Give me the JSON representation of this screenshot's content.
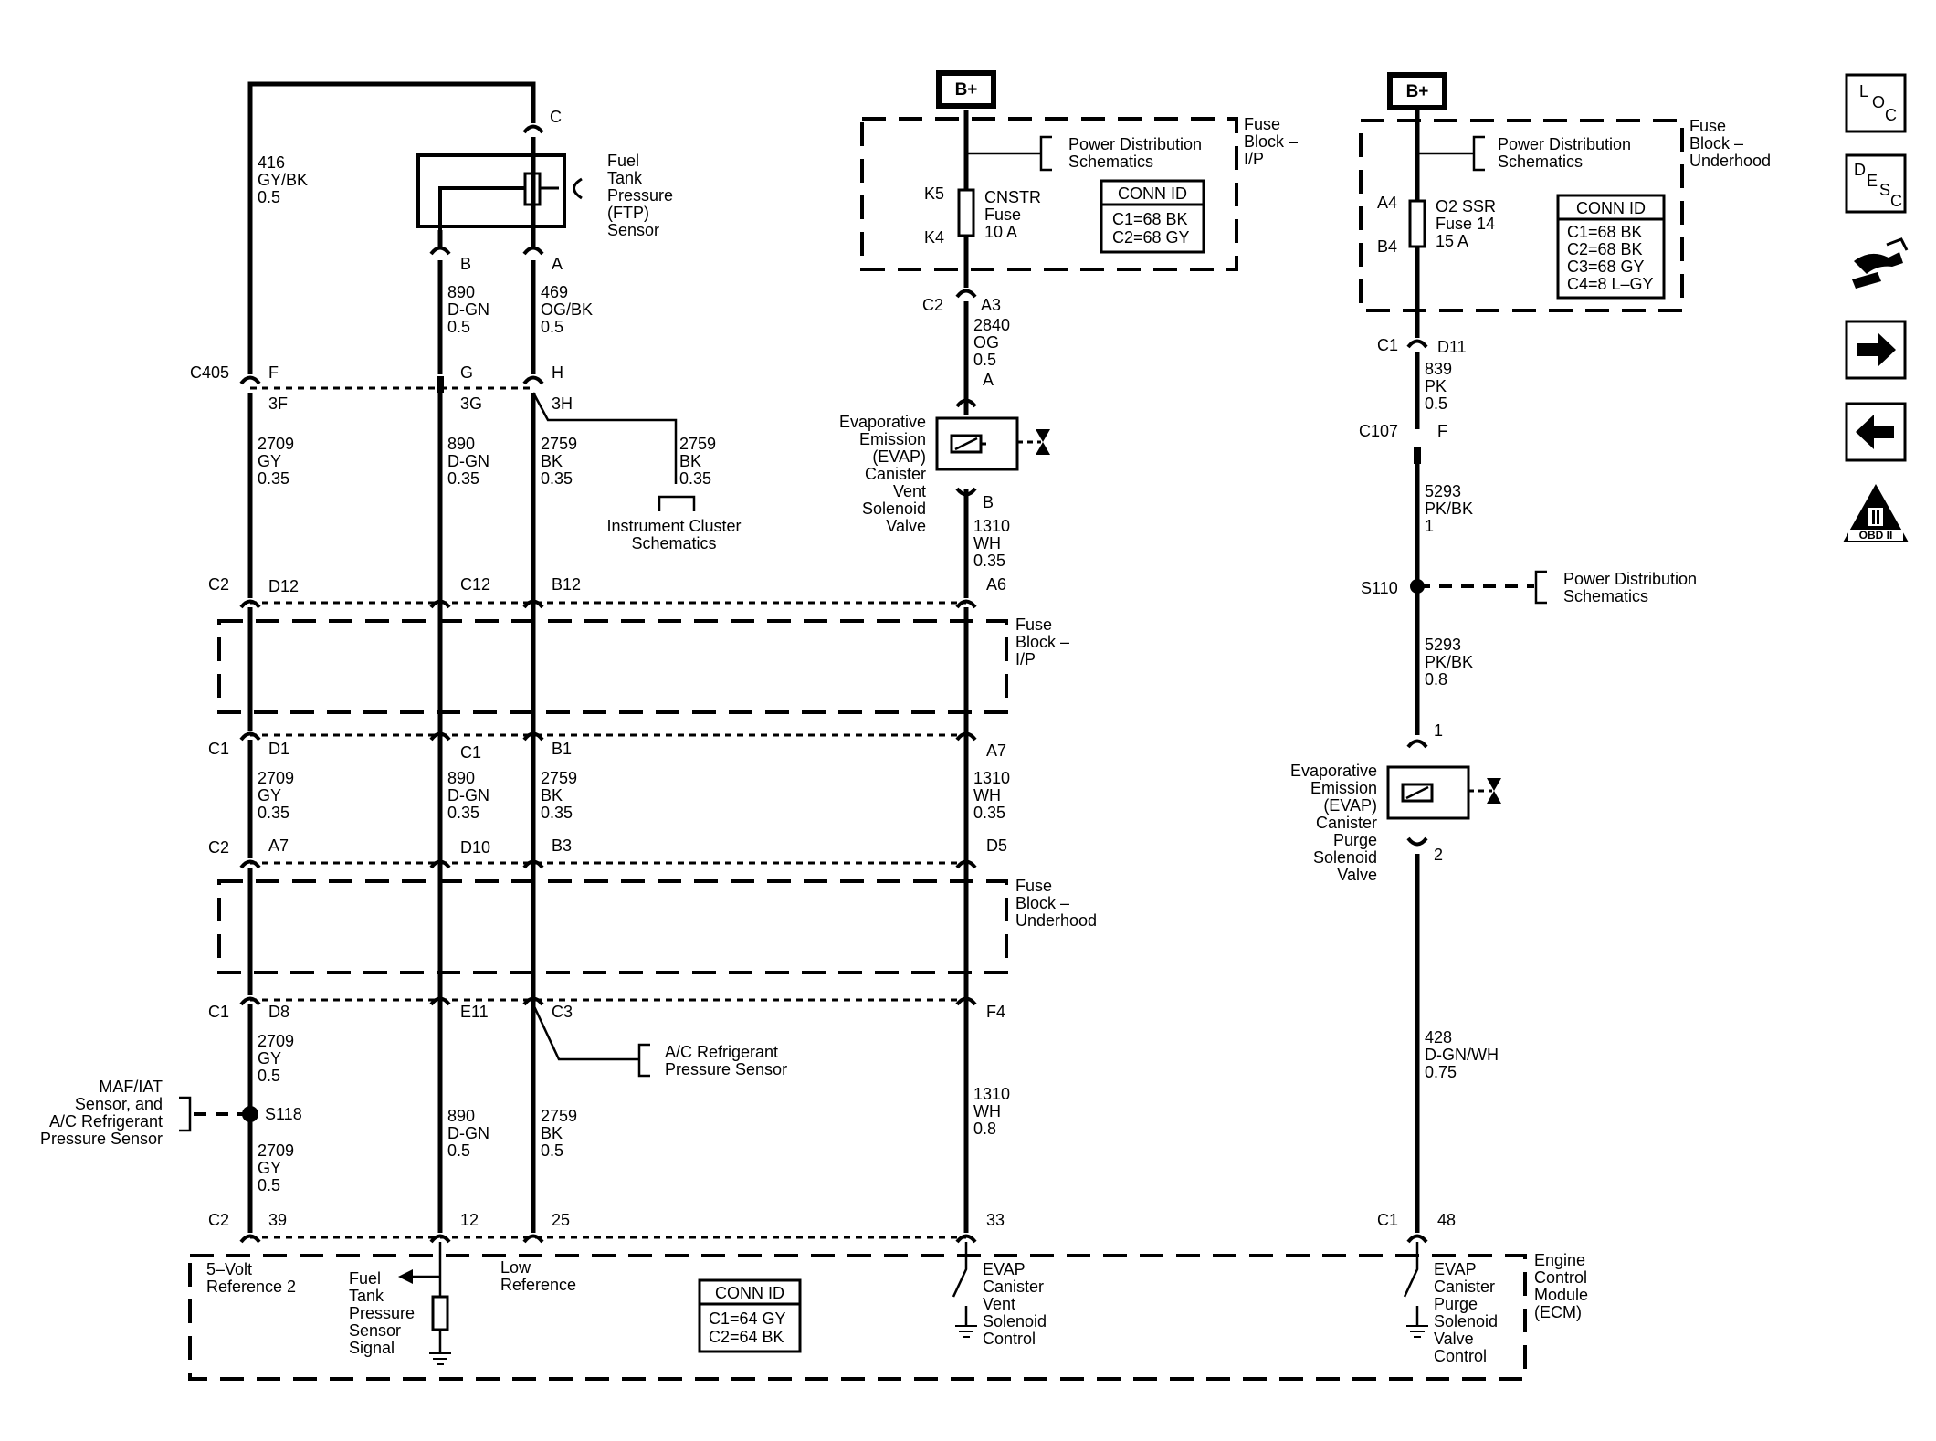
{
  "connectors": {
    "c_top": "C",
    "c405": "C405",
    "f": "F",
    "g": "G",
    "h": "H",
    "f3": "3F",
    "g3": "3G",
    "h3": "3H",
    "b": "B",
    "a": "A",
    "c2_ip": "C2",
    "d12": "D12",
    "c12": "C12",
    "b12": "B12",
    "a6": "A6",
    "c1_ip": "C1",
    "d1": "D1",
    "c1pin": "C1",
    "b1": "B1",
    "a7": "A7",
    "c2_uh": "C2",
    "a7b": "A7",
    "d10": "D10",
    "b3": "B3",
    "d5": "D5",
    "c1_uh": "C1",
    "d8": "D8",
    "e11": "E11",
    "c3": "C3",
    "f4": "F4",
    "c2_ecm": "C2",
    "p39": "39",
    "p12": "12",
    "p25": "25",
    "p33": "33",
    "c1_ecm": "C1",
    "p48": "48",
    "k5": "K5",
    "k4": "K4",
    "c2_fb": "C2",
    "a3": "A3",
    "evap_a": "A",
    "evap_b": "B",
    "a4": "A4",
    "b4": "B4",
    "c1_fbu": "C1",
    "d11": "D11",
    "c107": "C107",
    "c107f": "F",
    "s110": "S110",
    "s118": "S118",
    "purge1": "1",
    "purge2": "2"
  },
  "wires": {
    "w416": [
      "416",
      "GY/BK",
      "0.5"
    ],
    "w890a": [
      "890",
      "D-GN",
      "0.5"
    ],
    "w469": [
      "469",
      "OG/BK",
      "0.5"
    ],
    "w2709a": [
      "2709",
      "GY",
      "0.35"
    ],
    "w890b": [
      "890",
      "D-GN",
      "0.35"
    ],
    "w2759a": [
      "2759",
      "BK",
      "0.35"
    ],
    "w2759b": [
      "2759",
      "BK",
      "0.35"
    ],
    "w2709b": [
      "2709",
      "GY",
      "0.35"
    ],
    "w890c": [
      "890",
      "D-GN",
      "0.35"
    ],
    "w2759c": [
      "2759",
      "BK",
      "0.35"
    ],
    "w2709c": [
      "2709",
      "GY",
      "0.5"
    ],
    "w2709d": [
      "2709",
      "GY",
      "0.5"
    ],
    "w890d": [
      "890",
      "D-GN",
      "0.5"
    ],
    "w2759d": [
      "2759",
      "BK",
      "0.5"
    ],
    "w2840": [
      "2840",
      "OG",
      "0.5"
    ],
    "w1310a": [
      "1310",
      "WH",
      "0.35"
    ],
    "w1310b": [
      "1310",
      "WH",
      "0.35"
    ],
    "w1310c": [
      "1310",
      "WH",
      "0.8"
    ],
    "w839": [
      "839",
      "PK",
      "0.5"
    ],
    "w5293a": [
      "5293",
      "PK/BK",
      "1"
    ],
    "w5293b": [
      "5293",
      "PK/BK",
      "0.8"
    ],
    "w428": [
      "428",
      "D-GN/WH",
      "0.75"
    ]
  },
  "components": {
    "ftp": [
      "Fuel",
      "Tank",
      "Pressure",
      "(FTP)",
      "Sensor"
    ],
    "vent": [
      "Evaporative",
      "Emission",
      "(EVAP)",
      "Canister",
      "Vent",
      "Solenoid",
      "Valve"
    ],
    "purge": [
      "Evaporative",
      "Emission",
      "(EVAP)",
      "Canister",
      "Purge",
      "Solenoid",
      "Valve"
    ],
    "inst": [
      "Instrument Cluster",
      "Schematics"
    ],
    "ac": [
      "A/C Refrigerant",
      "Pressure Sensor"
    ],
    "maf": [
      "MAF/IAT",
      "Sensor, and",
      "A/C Refrigerant",
      "Pressure Sensor"
    ],
    "pd1": [
      "Power Distribution",
      "Schematics"
    ],
    "pd2": [
      "Power Distribution",
      "Schematics"
    ],
    "pd3": [
      "Power Distribution",
      "Schematics"
    ],
    "fuse1": [
      "CNSTR",
      "Fuse",
      "10 A"
    ],
    "fuse2": [
      "O2 SSR",
      "Fuse 14",
      "15 A"
    ],
    "fbip": [
      "Fuse",
      "Block –",
      "I/P"
    ],
    "fbip2": [
      "Fuse",
      "Block –",
      "I/P"
    ],
    "fbuh": [
      "Fuse",
      "Block –",
      "Underhood"
    ],
    "fbuh2": [
      "Fuse",
      "Block –",
      "Underhood"
    ],
    "ecm": [
      "Engine",
      "Control",
      "Module",
      "(ECM)"
    ],
    "ecm_5v": [
      "5–Volt",
      "Reference 2"
    ],
    "ecm_ftp": [
      "Fuel",
      "Tank",
      "Pressure",
      "Sensor",
      "Signal"
    ],
    "ecm_low": [
      "Low",
      "Reference"
    ],
    "ecm_vent": [
      "EVAP",
      "Canister",
      "Vent",
      "Solenoid",
      "Control"
    ],
    "ecm_purge": [
      "EVAP",
      "Canister",
      "Purge",
      "Solenoid",
      "Valve",
      "Control"
    ]
  },
  "bplus": [
    "B+",
    "B+"
  ],
  "conn_ids": {
    "fbip": {
      "title": "CONN ID",
      "lines": [
        "C1=68 BK",
        "C2=68 GY"
      ]
    },
    "fbuh": {
      "title": "CONN ID",
      "lines": [
        "C1=68 BK",
        "C2=68 BK",
        "C3=68 GY",
        "C4=8 L–GY"
      ]
    },
    "ecm": {
      "title": "CONN ID",
      "lines": [
        "C1=64 GY",
        "C2=64 BK"
      ]
    }
  },
  "nav": {
    "loc": [
      "L",
      "O",
      "C"
    ],
    "desc": [
      "D",
      "E",
      "S",
      "C"
    ],
    "obd": "OBD II"
  }
}
